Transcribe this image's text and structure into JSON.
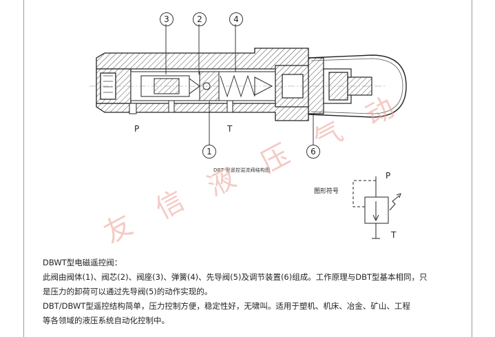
{
  "callouts": {
    "c1": "1",
    "c2": "2",
    "c3": "3",
    "c4": "4",
    "c6": "6"
  },
  "ports": {
    "p_main": "P",
    "t_main": "T",
    "p_symbol": "P",
    "t_symbol": "T"
  },
  "caption": "DBT 型遥控溢流阀结构图",
  "symbol_label": "图形符号",
  "watermark": [
    "友",
    "信",
    "液",
    "压",
    "气",
    "动"
  ],
  "description": {
    "title": "DBWT型电磁遥控阀：",
    "line1": "此阀由阀体(1)、阀芯(2)、阀座(3)、弹簧(4)、先导阀(5)及调节装置(6)组成。工作原理与DBT型基本相同，只",
    "line2": "是压力的卸荷可以通过先导阀(5)的动作实现的。",
    "line3": "DBT/DBWT型遥控结构简单，压力控制方便，稳定性好，无啸叫。适用于塑机、机床、冶金、矿山、工程",
    "line4": "等各领域的液压系统自动化控制中。"
  }
}
